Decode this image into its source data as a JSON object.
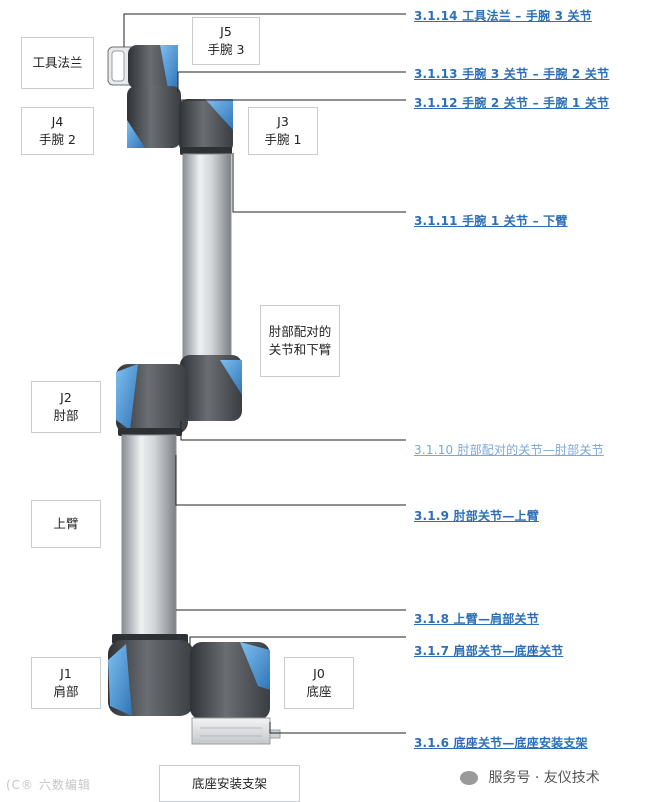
{
  "labels": {
    "flange": "工具法兰",
    "j5": {
      "id": "J5",
      "name": "手腕 3"
    },
    "j4": {
      "id": "J4",
      "name": "手腕 2"
    },
    "j3": {
      "id": "J3",
      "name": "手腕 1"
    },
    "elbow_pair": [
      "肘部配对的",
      "关节和下臂"
    ],
    "j2": {
      "id": "J2",
      "name": "肘部"
    },
    "upper_arm": "上臂",
    "j1": {
      "id": "J1",
      "name": "肩部"
    },
    "j0": {
      "id": "J0",
      "name": "底座"
    },
    "mount": "底座安装支架"
  },
  "links": [
    {
      "text": "3.1.14 工具法兰 – 手腕 3 关节"
    },
    {
      "text": "3.1.13 手腕 3 关节 – 手腕 2 关节"
    },
    {
      "text": "3.1.12 手腕 2 关节 – 手腕 1 关节"
    },
    {
      "text": "3.1.11 手腕 1 关节 – 下臂"
    },
    {
      "text": "3.1.10 肘部配对的关节—肘部关节"
    },
    {
      "text": "3.1.9 肘部关节—上臂"
    },
    {
      "text": "3.1.8 上臂—肩部关节"
    },
    {
      "text": "3.1.7 肩部关节—底座关节"
    },
    {
      "text": "3.1.6 底座关节—底座安装支架"
    }
  ],
  "watermark": {
    "left": "(C® 六数编辑",
    "right": "服务号 · 友仪技术"
  },
  "colors": {
    "link": "#2c6fb8",
    "accent_blue": "#4a8fd0",
    "joint_dark": "#4b4e52"
  }
}
